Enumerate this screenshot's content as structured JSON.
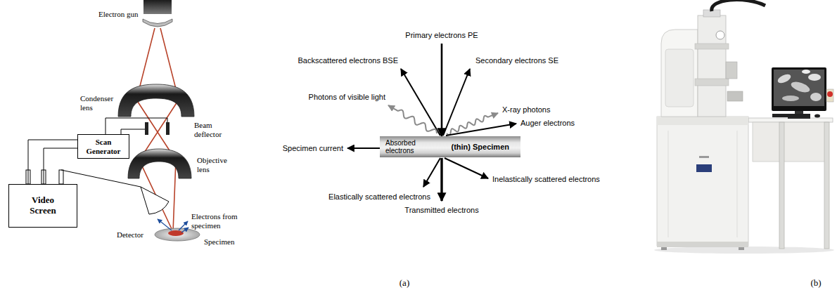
{
  "diagram": {
    "nodes": [
      {
        "text": [
          "Scan Generator"
        ]
      },
      {
        "text": [
          "Video Screen"
        ]
      },
      {
        "text": [
          "Absorbed electrons",
          "(thin) Specimen"
        ]
      }
    ],
    "edges": [
      {
        "from": 0,
        "to": 1,
        "arrow": "none"
      },
      {
        "from": 0,
        "to": 1,
        "arrow": "none"
      }
    ],
    "labels": [
      "Electron gun",
      "Condenser lens",
      "Beam deflector",
      "Objective lens",
      "Detector",
      "Electrons from specimen",
      "Specimen",
      "Primary electrons PE",
      "Backscattered electrons BSE",
      "Secondary electrons SE",
      "Photons of visible light",
      "X-ray photons",
      "Auger electrons",
      "Specimen current",
      "Elastically scattered electrons",
      "Inelastically scattered electrons",
      "Transmitted electrons",
      "(a)",
      "(b)"
    ]
  }
}
